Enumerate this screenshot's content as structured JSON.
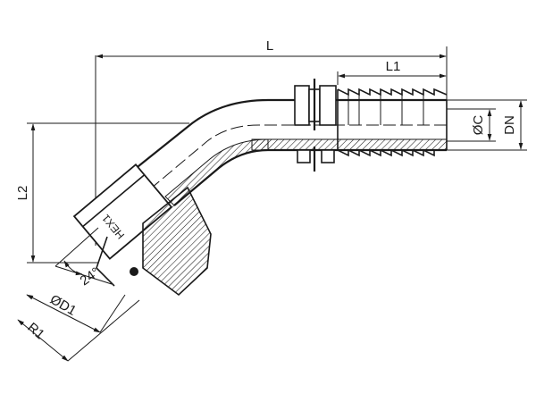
{
  "diagram": {
    "labels": {
      "L": "L",
      "L1": "L1",
      "L2": "L2",
      "OC": "ØC",
      "DN": "DN",
      "HEX1": "HEX1",
      "angle": "24°",
      "OD1": "ØD1",
      "R1": "R1"
    },
    "colors": {
      "line": "#1a1a1a",
      "background": "#ffffff"
    }
  }
}
